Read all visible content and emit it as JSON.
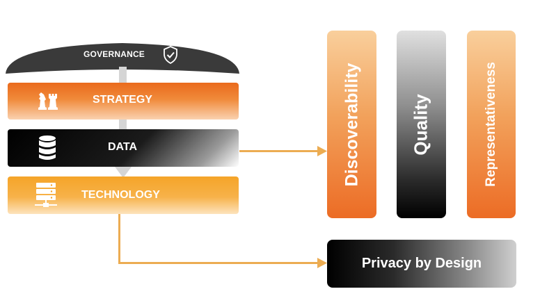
{
  "governance": {
    "label": "GOVERNANCE",
    "icon": "shield-check-icon"
  },
  "layers": [
    {
      "label": "STRATEGY",
      "icon": "chess-pieces-icon"
    },
    {
      "label": "DATA",
      "icon": "database-icon"
    },
    {
      "label": "TECHNOLOGY",
      "icon": "server-network-icon"
    }
  ],
  "pillars": [
    {
      "label": "Discoverability"
    },
    {
      "label": "Quality"
    },
    {
      "label": "Representativeness"
    }
  ],
  "privacy": {
    "label": "Privacy by Design"
  },
  "colors": {
    "orange": "#ec6c25",
    "amber": "#f5a428",
    "connector": "#ecac52",
    "dark": "#000000"
  }
}
